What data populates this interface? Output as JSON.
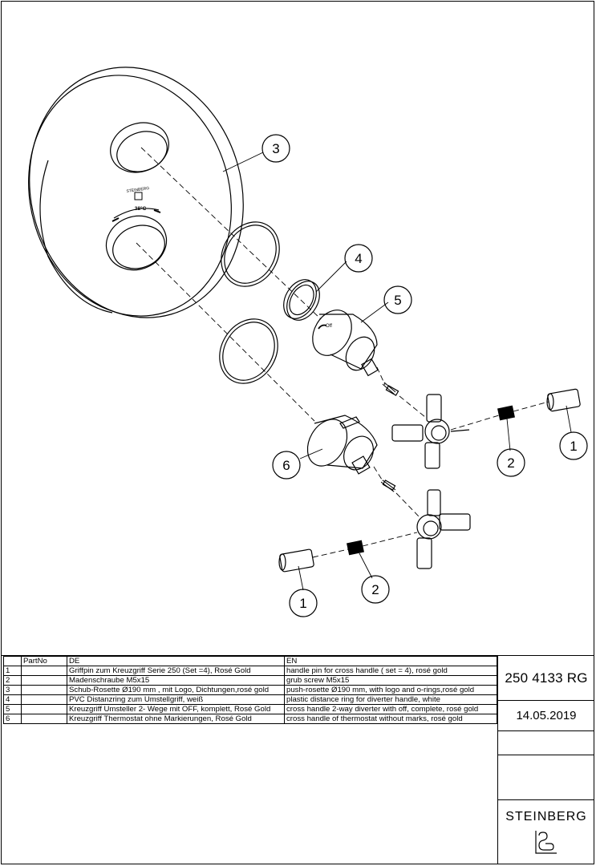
{
  "drawing": {
    "rosette_logo_text": "STEINBERG",
    "rosette_temp_text": "38°C",
    "handle_off_text": "Off",
    "callouts": [
      "3",
      "4",
      "5",
      "6",
      "2",
      "1",
      "2",
      "1"
    ]
  },
  "table": {
    "headers": [
      "",
      "PartNo",
      "DE",
      "EN"
    ],
    "rows": [
      {
        "idx": "1",
        "partno": "",
        "de": "Griffpin zum Kreuzgriff Serie 250 (Set =4), Rosé Gold",
        "en": "handle pin for cross handle ( set = 4), rosé gold"
      },
      {
        "idx": "2",
        "partno": "",
        "de": "Madenschraube M5x15",
        "en": "grub screw M5x15"
      },
      {
        "idx": "3",
        "partno": "",
        "de": "Schub-Rosette Ø190 mm , mit Logo, Dichtungen,rosé gold",
        "en": "push-rosette Ø190 mm, with logo and o-rings,rosé gold"
      },
      {
        "idx": "4",
        "partno": "",
        "de": "PVC Distanzring zum Umstellgriff, weiß",
        "en": "plastic distance ring for diverter handle, white"
      },
      {
        "idx": "5",
        "partno": "",
        "de": "Kreuzgriff Umsteller 2- Wege mit OFF, komplett, Rosé Gold",
        "en": "cross handle 2-way diverter with off, complete, rosé gold"
      },
      {
        "idx": "6",
        "partno": "",
        "de": "Kreuzgriff Thermostat ohne Markierungen, Rosé Gold",
        "en": "cross handle of thermostat without marks, rosé gold"
      }
    ]
  },
  "titleblock": {
    "article_number": "250 4133 RG",
    "date": "14.05.2019",
    "brand": "STEINBERG",
    "logo_icon": "steinberg-logo-icon"
  }
}
